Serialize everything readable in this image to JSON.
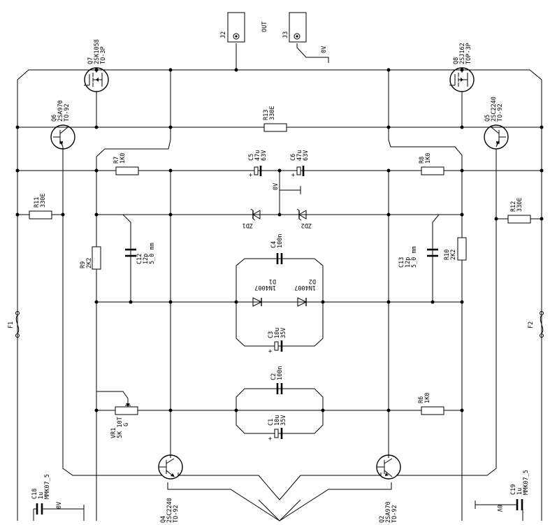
{
  "out_label": "OUT",
  "ground": "0V",
  "connectors": [
    {
      "ref": "J2"
    },
    {
      "ref": "J3"
    }
  ],
  "transistors": [
    {
      "ref": "Q7",
      "part": "2SK1058",
      "package": "TO-3P"
    },
    {
      "ref": "Q8",
      "part": "2SJ162",
      "package": "TOP-3P"
    },
    {
      "ref": "Q6",
      "part": "2SA970",
      "package": "TO-92"
    },
    {
      "ref": "Q5",
      "part": "2SC2240",
      "package": "TO-92"
    },
    {
      "ref": "Q4",
      "part": "2SC2240",
      "package": "TO-92"
    },
    {
      "ref": "Q2",
      "part": "2SA970",
      "package": "TO-92"
    }
  ],
  "resistors": [
    {
      "ref": "R13",
      "value": "330E"
    },
    {
      "ref": "R7",
      "value": "1K0"
    },
    {
      "ref": "R8",
      "value": "1K0"
    },
    {
      "ref": "R11",
      "value": "330E"
    },
    {
      "ref": "R12",
      "value": "330E"
    },
    {
      "ref": "R9",
      "value": "2K2"
    },
    {
      "ref": "R10",
      "value": "2K2"
    },
    {
      "ref": "R6",
      "value": "1K0"
    }
  ],
  "capacitors": [
    {
      "ref": "C5",
      "value": "47u",
      "rating": "63V"
    },
    {
      "ref": "C6",
      "value": "47u",
      "rating": "63V"
    },
    {
      "ref": "C4",
      "value": "100n"
    },
    {
      "ref": "C12",
      "value": "12p",
      "rating": "5_0 mm"
    },
    {
      "ref": "C13",
      "value": "12p",
      "rating": "5_0 mm"
    },
    {
      "ref": "C3",
      "value": "10u",
      "rating": "35V"
    },
    {
      "ref": "C2",
      "value": "100n"
    },
    {
      "ref": "C1",
      "value": "10u",
      "rating": "35V"
    },
    {
      "ref": "C18",
      "value": "1u",
      "rating": "MMK07_5"
    },
    {
      "ref": "C19",
      "value": "1u",
      "rating": "MMK07_5"
    }
  ],
  "diodes": [
    {
      "ref": "ZD1"
    },
    {
      "ref": "ZD2"
    },
    {
      "ref": "D1",
      "part": "1N4007"
    },
    {
      "ref": "D2",
      "part": "1N4007"
    }
  ],
  "fuses": [
    {
      "ref": "F1"
    },
    {
      "ref": "F2"
    }
  ],
  "trimmer": {
    "ref": "VR1",
    "value": "5K 10T",
    "suffix": "G"
  }
}
